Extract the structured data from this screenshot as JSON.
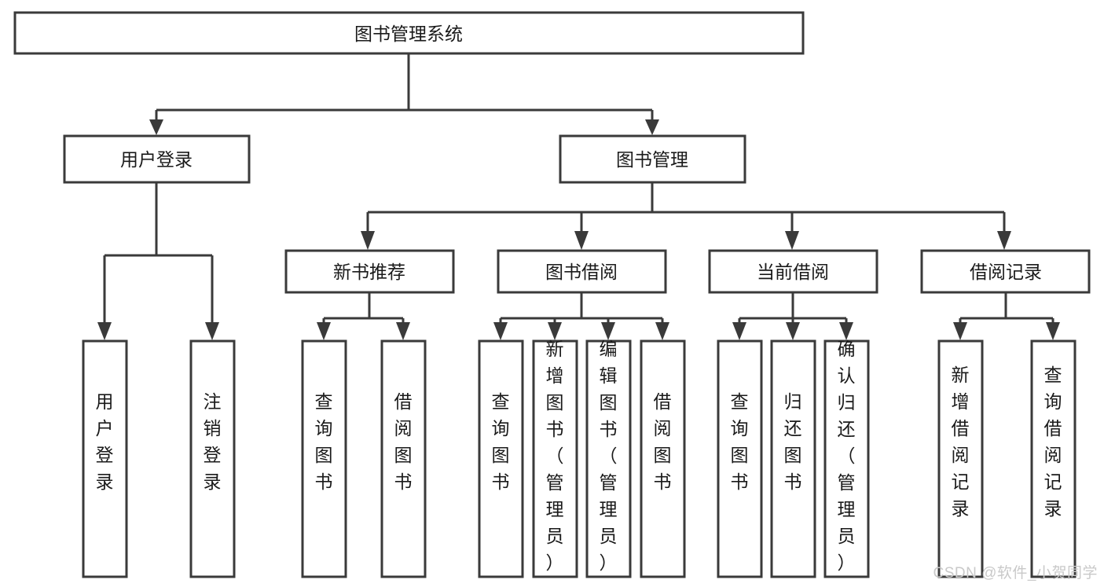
{
  "diagram": {
    "title": "图书管理系统",
    "type": "hierarchy-tree",
    "levels": 4,
    "colors": {
      "stroke": "#3a3a3a",
      "fill": "#ffffff",
      "text": "#1a1a1a",
      "watermark": "#c9c9c9",
      "background": "#ffffff"
    },
    "root": {
      "label": "图书管理系统"
    },
    "level2": [
      {
        "label": "用户登录"
      },
      {
        "label": "图书管理"
      }
    ],
    "level3": [
      {
        "label": "新书推荐"
      },
      {
        "label": "图书借阅"
      },
      {
        "label": "当前借阅"
      },
      {
        "label": "借阅记录"
      }
    ],
    "leaves": {
      "user_login": [
        {
          "label": "用户登录"
        },
        {
          "label": "注销登录"
        }
      ],
      "new_book_recommend": [
        {
          "label": "查询图书"
        },
        {
          "label": "借阅图书"
        }
      ],
      "book_borrow": [
        {
          "label": "查询图书"
        },
        {
          "label": "新增图书（管理员）"
        },
        {
          "label": "编辑图书（管理员）"
        },
        {
          "label": "借阅图书"
        }
      ],
      "current_borrow": [
        {
          "label": "查询图书"
        },
        {
          "label": "归还图书"
        },
        {
          "label": "确认归还（管理员）"
        }
      ],
      "borrow_record": [
        {
          "label": "新增借阅记录"
        },
        {
          "label": "查询借阅记录"
        }
      ]
    }
  },
  "watermark": {
    "text": "CSDN @软件_小贺同学"
  }
}
